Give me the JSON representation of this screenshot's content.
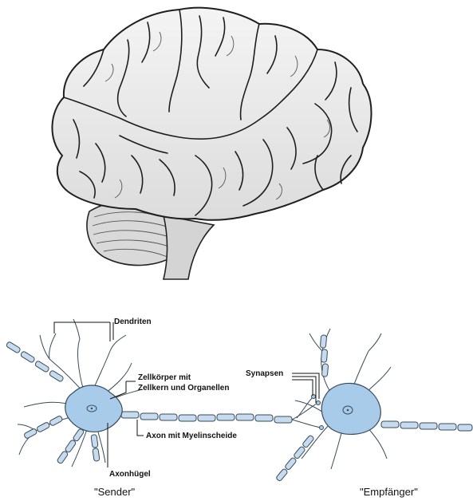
{
  "neuron": {
    "labels": {
      "dendrites": "Dendriten",
      "cell_body_line1": "Zellkörper mit",
      "cell_body_line2": "Zellkern und Organellen",
      "synapses": "Synapsen",
      "axon": "Axon mit Myelinscheide",
      "axon_hillock": "Axonhügel"
    },
    "captions": {
      "sender": "\"Sender\"",
      "receiver": "\"Empfänger\""
    },
    "colors": {
      "cell_body": "#a9cbea",
      "myelin": "#c7dbef",
      "outline": "#3a4a5a"
    }
  },
  "brain": {
    "colors": {
      "fill": "#ececec",
      "outline": "#222222"
    }
  }
}
